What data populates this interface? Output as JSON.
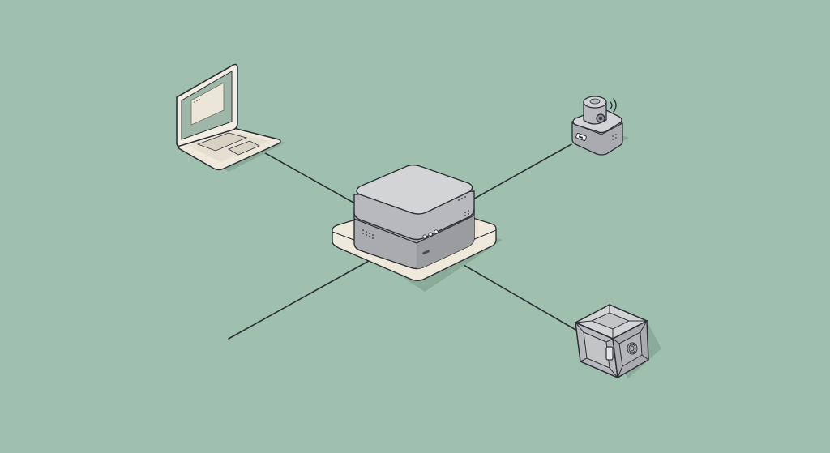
{
  "colors": {
    "background": "#9fc0ae",
    "outline": "#2c2f36",
    "metal_top": "#d3d4d6",
    "metal_side": "#a9abae",
    "metal_dark": "#8c8e92",
    "pad": "#efe9dc",
    "screen": "#f0ebe0",
    "shadow": "#88a898"
  },
  "nodes": [
    {
      "id": "central-server",
      "icon": "server-icon"
    },
    {
      "id": "laptop",
      "icon": "laptop-icon"
    },
    {
      "id": "camera",
      "icon": "security-camera-icon"
    },
    {
      "id": "safe",
      "icon": "safe-icon"
    }
  ],
  "connections": [
    {
      "from": "central-server",
      "to": "laptop"
    },
    {
      "from": "central-server",
      "to": "camera"
    },
    {
      "from": "central-server",
      "to": "safe"
    },
    {
      "from": "central-server",
      "to": "open-end"
    }
  ]
}
